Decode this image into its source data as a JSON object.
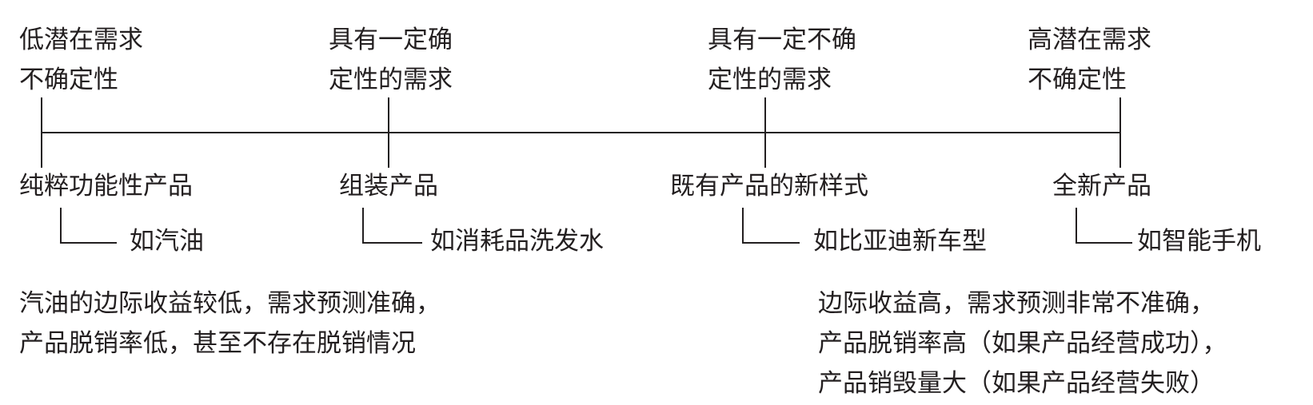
{
  "top_labels": [
    {
      "line1": "低潜在需求",
      "line2": "不确定性"
    },
    {
      "line1": "具有一定确",
      "line2": "定性的需求"
    },
    {
      "line1": "具有一定不确",
      "line2": "定性的需求"
    },
    {
      "line1": "高潜在需求",
      "line2": "不确定性"
    }
  ],
  "categories": [
    {
      "label": "纯粹功能性产品",
      "example": "如汽油"
    },
    {
      "label": "组装产品",
      "example": "如消耗品洗发水"
    },
    {
      "label": "既有产品的新样式",
      "example": "如比亚迪新车型"
    },
    {
      "label": "全新产品",
      "example": "如智能手机"
    }
  ],
  "notes": {
    "left": {
      "line1": "汽油的边际收益较低，需求预测准确，",
      "line2": "产品脱销率低，甚至不存在脱销情况"
    },
    "right": {
      "line1": "边际收益高，需求预测非常不准确，",
      "line2": "产品脱销率高（如果产品经营成功），",
      "line3": "产品销毁量大（如果产品经营失败）"
    }
  },
  "colors": {
    "text": "#231f20",
    "line": "#231f20"
  }
}
